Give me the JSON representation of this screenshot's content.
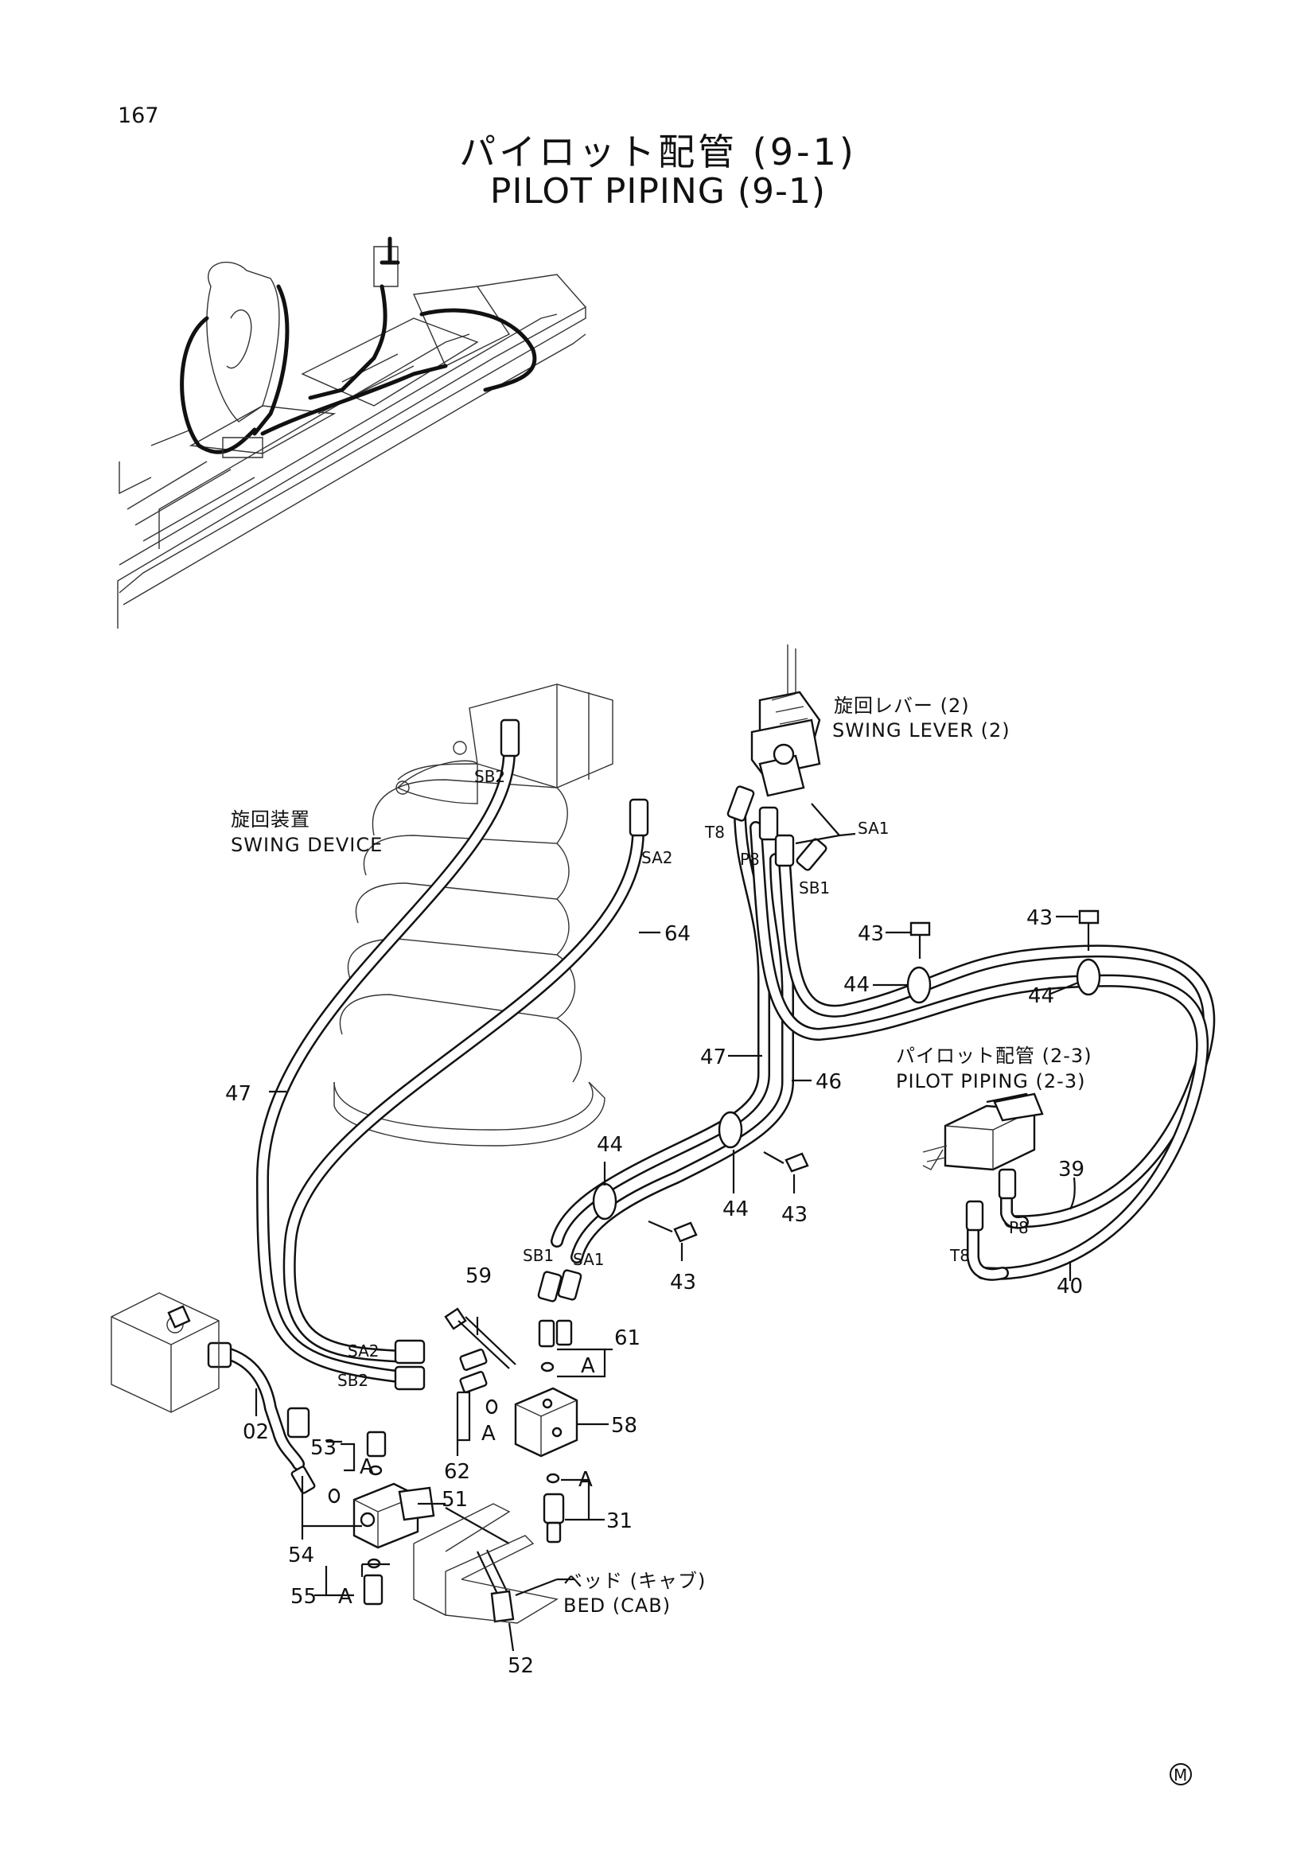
{
  "page": {
    "number": "167",
    "title_ja": "パイロット配管 (9-1)",
    "title_en": "PILOT PIPING (9-1)",
    "mark": "M"
  },
  "components": {
    "swing_device": {
      "ja": "旋回装置",
      "en": "SWING DEVICE"
    },
    "swing_lever": {
      "ja": "旋回レバー (2)",
      "en": "SWING LEVER (2)"
    },
    "pilot_piping_ref": {
      "ja": "パイロット配管 (2-3)",
      "en": "PILOT PIPING (2-3)"
    },
    "bed": {
      "ja": "ベッド (キャブ)",
      "en": "BED (CAB)"
    }
  },
  "ports": {
    "sb2_top": "SB2",
    "sa2_top": "SA2",
    "t8_top": "T8",
    "p8_top": "P8",
    "sa1_top": "SA1",
    "sb1_top": "SB1",
    "sb1_mid": "SB1",
    "sa1_mid": "SA1",
    "sa2_low": "SA2",
    "sb2_low": "SB2",
    "t8_right": "T8",
    "p8_right": "P8"
  },
  "callouts": {
    "c64": "64",
    "c47a": "47",
    "c47b": "47",
    "c46": "46",
    "c43a": "43",
    "c43b": "43",
    "c43c": "43",
    "c43d": "43",
    "c44a": "44",
    "c44b": "44",
    "c44c": "44",
    "c44d": "44",
    "c39": "39",
    "c40": "40",
    "c59": "59",
    "c61": "61",
    "c58": "58",
    "c62": "62",
    "c02": "02",
    "c53": "53",
    "c51": "51",
    "c54": "54",
    "c55": "55",
    "c31": "31",
    "c52": "52"
  },
  "detail_marks": {
    "a1": "A",
    "a2": "A",
    "a3": "A",
    "a4": "A",
    "a5": "A"
  }
}
